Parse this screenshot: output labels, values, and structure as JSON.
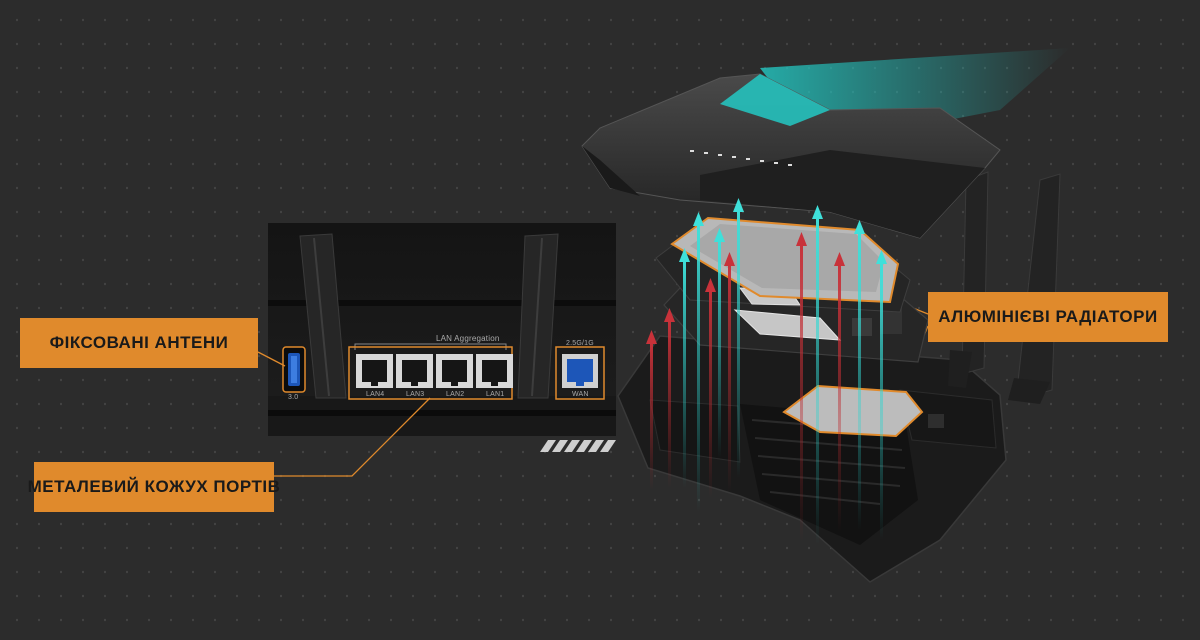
{
  "labels": {
    "antennas": "ФІКСОВАНІ АНТЕНИ",
    "ports_shield": "МЕТАЛЕВИЙ КОЖУХ ПОРТІВ",
    "heatsinks": "АЛЮМІНІЄВІ РАДІАТОРИ"
  },
  "port_panel": {
    "lan_aggregation": "LAN Aggregation",
    "usb": "3.0",
    "lan_ports": [
      "LAN4",
      "LAN3",
      "LAN2",
      "LAN1"
    ],
    "wan_speed": "2.5G/1G",
    "wan": "WAN"
  },
  "colors": {
    "accent_orange": "#e08a2c",
    "cyan_glow": "#23c9c4",
    "heat_red": "#b3282c",
    "background": "#2c2c2c"
  },
  "icons": [
    "usb-port-icon",
    "ethernet-port-icon",
    "antenna-icon",
    "heatsink-icon",
    "router-icon"
  ]
}
